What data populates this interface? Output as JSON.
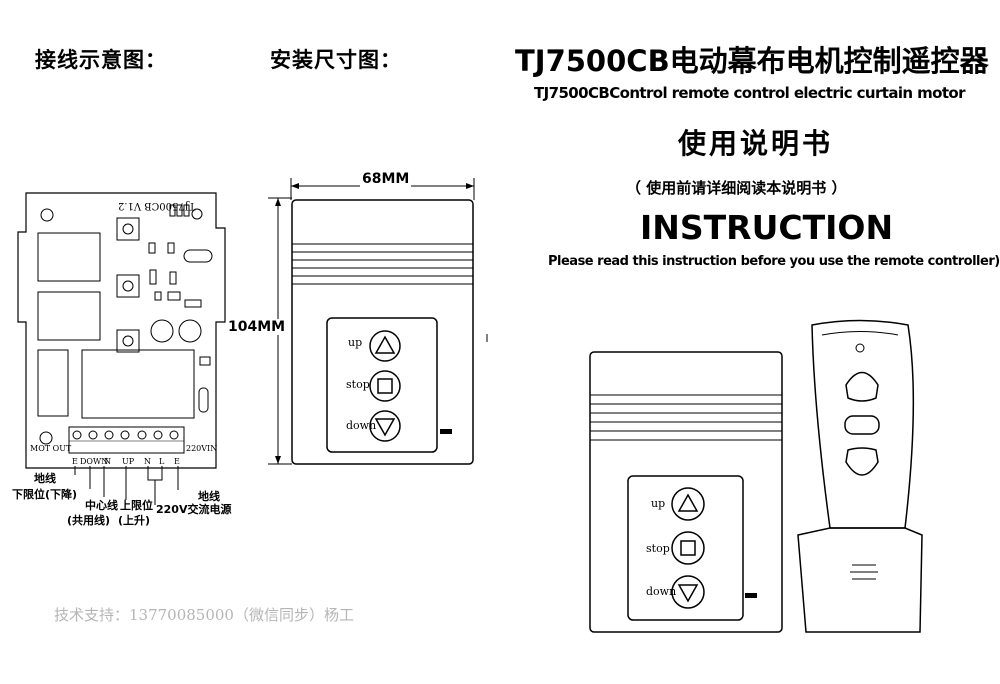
{
  "headers": {
    "wiring": "接线示意图：",
    "dimensions": "安装尺寸图："
  },
  "title": {
    "cn": "TJ7500CB电动幕布电机控制遥控器",
    "en": "TJ7500CBControl remote control electric curtain motor",
    "manual": "使用说明书",
    "read_note": "（ 使用前请详细阅读本说明书 ）",
    "instruction": "INSTRUCTION",
    "instruction_sub": "Please read this instruction before you use the remote controller)"
  },
  "pcb": {
    "model": "TJ7500CB  V1.2",
    "mot_out": "MOT OUT",
    "power_in": "220VIN",
    "pins": [
      "E",
      "DOWN",
      "N",
      "UP",
      "N",
      "L",
      "E"
    ]
  },
  "wiring_labels": {
    "ground_left": "地线",
    "down_limit": "下限位(下降)",
    "center": "中心线",
    "common": "(共用线)",
    "up_limit": "上限位",
    "up_rise": "(上升)",
    "power": "220V交流电源",
    "ground_right": "地线"
  },
  "dimensions": {
    "width": "68MM",
    "height": "104MM"
  },
  "receiver_buttons": {
    "up": "up",
    "stop": "stop",
    "down": "down"
  },
  "support": "技术支持：13770085000（微信同步）杨工"
}
